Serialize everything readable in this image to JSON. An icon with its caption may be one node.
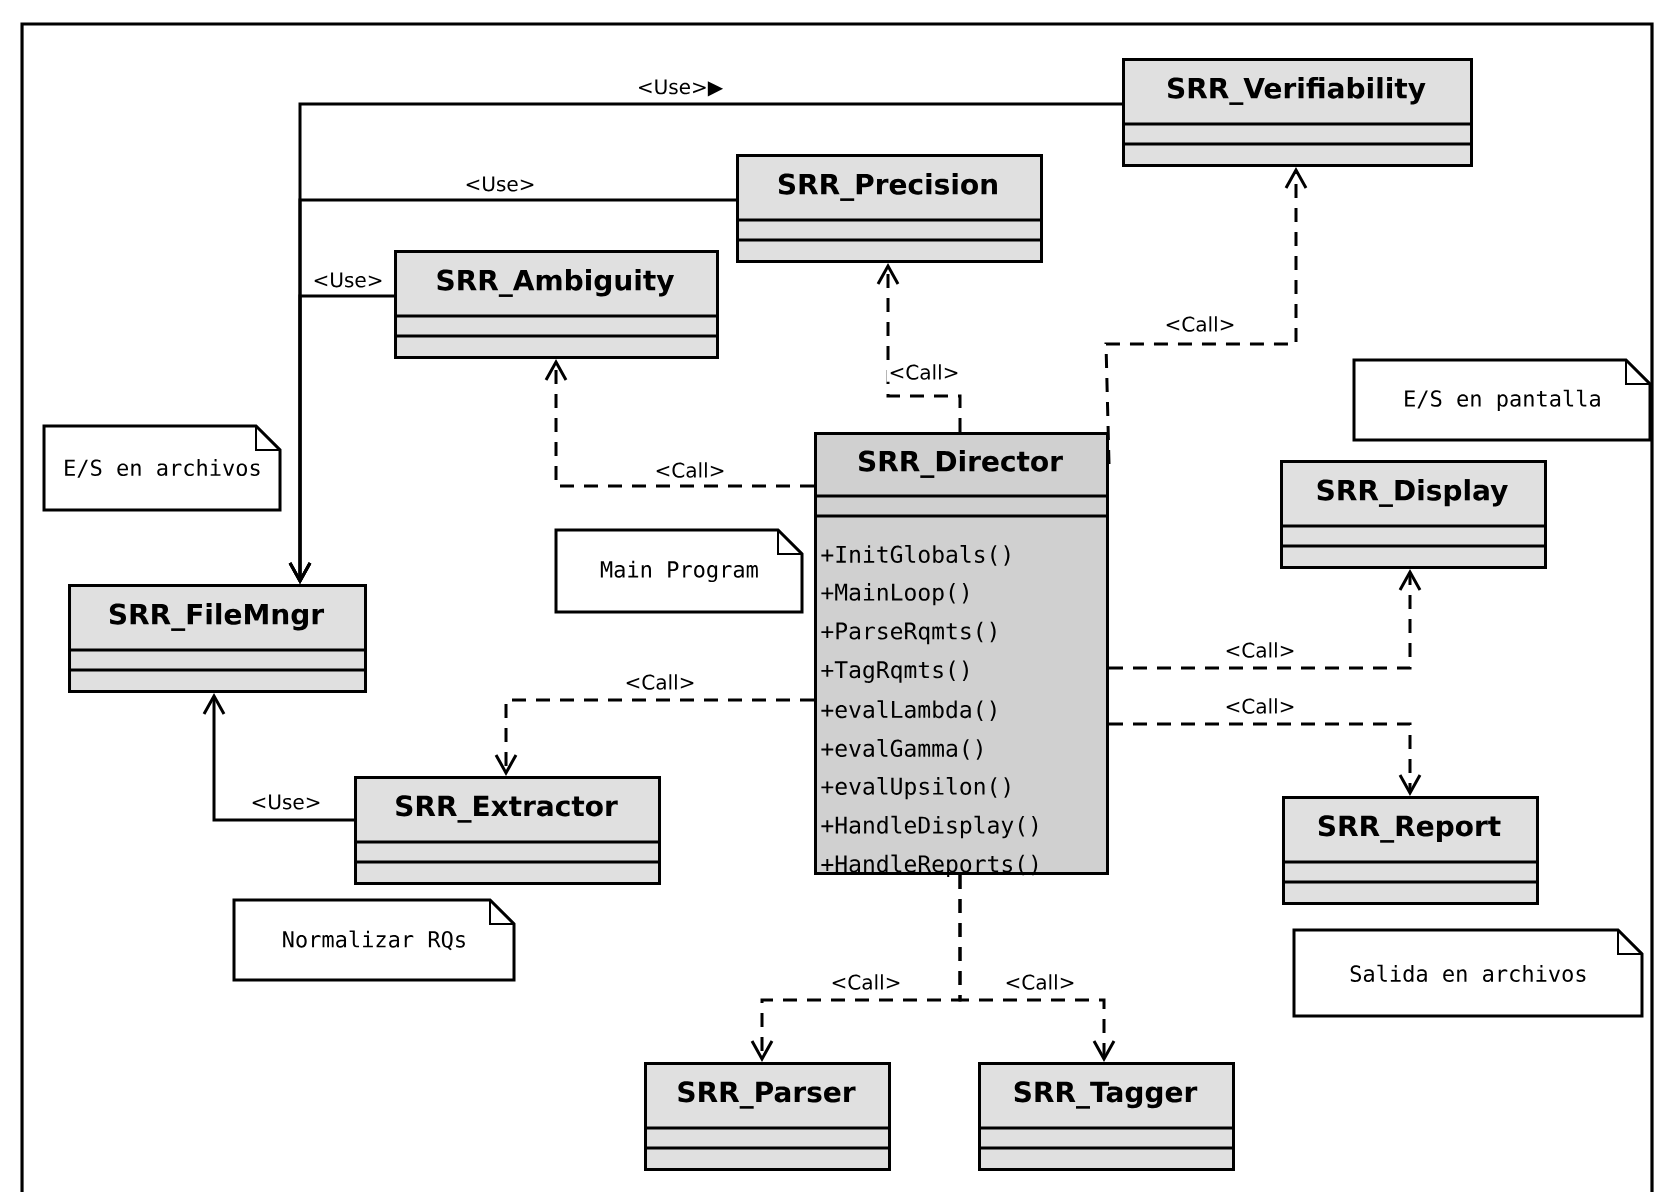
{
  "diagram": {
    "nodes": [
      {
        "text": [
          "SRR_Verifiability"
        ]
      },
      {
        "text": [
          "SRR_Precision"
        ]
      },
      {
        "text": [
          "SRR_Ambiguity"
        ]
      },
      {
        "text": [
          "E/S en pantalla"
        ]
      },
      {
        "text": [
          "E/S en archivos"
        ]
      },
      {
        "text": [
          "SRR_Director",
          "+InitGlobals()",
          "+MainLoop()",
          "+ParseRqmts()",
          "+TagRqmts()",
          "+evalLambda()",
          "+evalGamma()",
          "+evalUpsilon()",
          "+HandleDisplay()",
          "+HandleReports()"
        ]
      },
      {
        "text": [
          "SRR_Display"
        ]
      },
      {
        "text": [
          "Main Program"
        ]
      },
      {
        "text": [
          "SRR_FileMngr"
        ]
      },
      {
        "text": [
          "SRR_Extractor"
        ]
      },
      {
        "text": [
          "SRR_Report"
        ]
      },
      {
        "text": [
          "Normalizar RQs"
        ]
      },
      {
        "text": [
          "Salida en archivos"
        ]
      },
      {
        "text": [
          "SRR_Parser"
        ]
      },
      {
        "text": [
          "SRR_Tagger"
        ]
      }
    ],
    "edges": [
      {
        "from": 0,
        "to": 8,
        "arrow": "to",
        "label": "<Use>▶"
      },
      {
        "from": 1,
        "to": 8,
        "arrow": "to",
        "label": "<Use>"
      },
      {
        "from": 2,
        "to": 8,
        "arrow": "to",
        "label": "<Use>"
      },
      {
        "from": 9,
        "to": 8,
        "arrow": "to",
        "label": "<Use>"
      },
      {
        "from": 5,
        "to": 2,
        "arrow": "to",
        "label": "<Call>",
        "style": "dashed"
      },
      {
        "from": 5,
        "to": 1,
        "arrow": "to",
        "label": "<Call>",
        "style": "dashed"
      },
      {
        "from": 5,
        "to": 0,
        "arrow": "to",
        "label": "<Call>",
        "style": "dashed"
      },
      {
        "from": 5,
        "to": 6,
        "arrow": "to",
        "label": "<Call>",
        "style": "dashed"
      },
      {
        "from": 5,
        "to": 10,
        "arrow": "to",
        "label": "<Call>",
        "style": "dashed"
      },
      {
        "from": 5,
        "to": 9,
        "arrow": "to",
        "label": "<Call>",
        "style": "dashed"
      },
      {
        "from": 5,
        "to": 13,
        "arrow": "to",
        "label": "<Call>",
        "style": "dashed"
      },
      {
        "from": 5,
        "to": 14,
        "arrow": "to",
        "label": "<Call>",
        "style": "dashed"
      }
    ]
  }
}
